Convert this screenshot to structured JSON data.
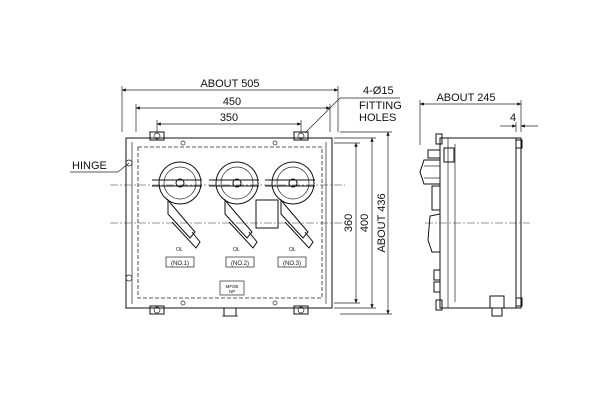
{
  "dimensions": {
    "about_505": "ABOUT 505",
    "w_450": "450",
    "w_350": "350",
    "holes_spec": "4-Ø15",
    "fitting_holes_1": "FITTING",
    "fitting_holes_2": "HOLES",
    "hinge": "HINGE",
    "about_245": "ABOUT 245",
    "depth_4": "4",
    "h_360": "360",
    "h_400": "400",
    "about_436": "ABOUT 436"
  },
  "labels": {
    "no1": "(NO.1)",
    "no2": "(NO.2)",
    "no3": "(NO.3)",
    "plate_line1": "MF/85",
    "plate_line2": "NP"
  }
}
